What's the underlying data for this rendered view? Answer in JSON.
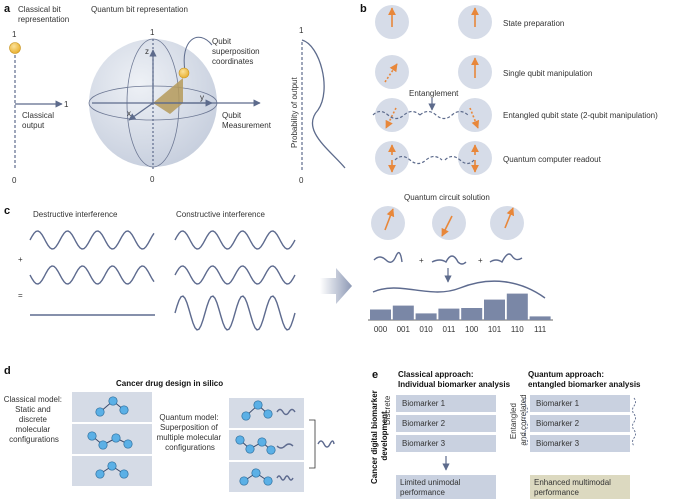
{
  "panel_a": {
    "label": "a",
    "classical_title": "Classical bit\nrepresentation",
    "quantum_title": "Quantum bit representation",
    "classical_top": "1",
    "classical_right": "1",
    "classical_bottom": "0",
    "classical_output": "Classical\noutput",
    "bloch_top": "1",
    "bloch_bottom": "0",
    "axis_z": "z",
    "axis_y": "y",
    "axis_x": "x",
    "superposition_label": "Qubit\nsuperposition\ncoordinates",
    "measurement_label": "Qubit\nMeasurement",
    "prob_top": "1",
    "prob_bottom": "0",
    "prob_axis": "Probability of output"
  },
  "panel_b": {
    "label": "b",
    "steps": [
      "State preparation",
      "Single qubit manipulation",
      "Entangled qubit state (2-qubit manipulation)",
      "Quantum computer readout"
    ],
    "entanglement": "Entanglement",
    "solution_title": "Quantum circuit solution",
    "plus": "+",
    "states": [
      "000",
      "001",
      "010",
      "011",
      "100",
      "101",
      "110",
      "111"
    ]
  },
  "panel_c": {
    "label": "c",
    "destructive": "Destructive interference",
    "constructive": "Constructive interference",
    "plus": "+",
    "equals": "="
  },
  "panel_d": {
    "label": "d",
    "title": "Cancer drug design in silico",
    "classical_model": "Classical model:\nStatic and\ndiscrete\nmolecular\nconfigurations",
    "quantum_model": "Quantum model:\nSuperposition of\nmultiple molecular\nconfigurations"
  },
  "panel_e": {
    "label": "e",
    "side_label": "Cancer digital biomarker\ndevelopment",
    "classical_title": "Classical approach:\nIndividual biomarker analysis",
    "quantum_title": "Quantum approach:\nentangled biomarker analysis",
    "discrete": "Discrete",
    "entangled": "Entangled\nand correlated",
    "biomarkers": [
      "Biomarker 1",
      "Biomarker 2",
      "Biomarker 3"
    ],
    "classical_result": "Limited unimodal\nperformance",
    "quantum_result": "Enhanced multimodal\nperformance"
  },
  "chart_data": {
    "type": "bar",
    "categories": [
      "000",
      "001",
      "010",
      "011",
      "100",
      "101",
      "110",
      "111"
    ],
    "values": [
      0.35,
      0.48,
      0.22,
      0.38,
      0.4,
      0.68,
      0.88,
      0.12
    ],
    "ylim": [
      0,
      1
    ],
    "xlabel": "",
    "ylabel": "",
    "title": ""
  },
  "colors": {
    "accent_orange": "#e8873a",
    "sphere": "#d6dce8",
    "line": "#5d6b8c",
    "box_classical": "#c9d1e0",
    "box_quantum": "#dcd9c0",
    "bar": "#7a87a6",
    "qubit_yellow": "#f4c54a",
    "atom_blue": "#5bb0e6"
  }
}
